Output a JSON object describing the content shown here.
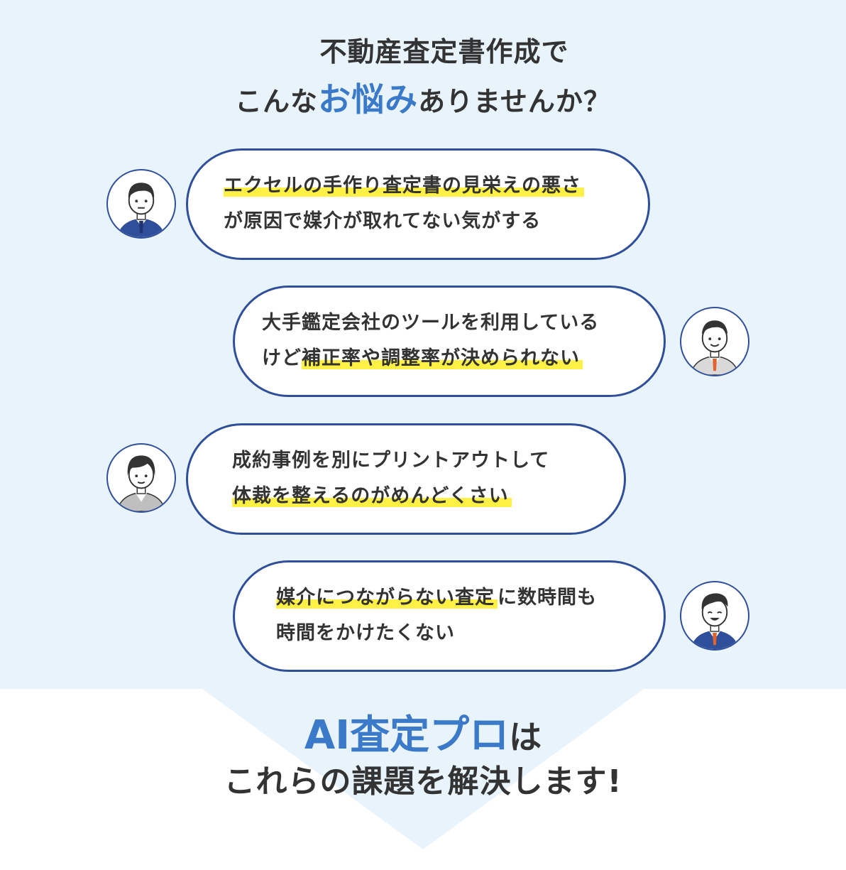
{
  "heading": {
    "line1": "不動産査定書作成で",
    "line2_before": "こんな",
    "line2_accent": "お悩み",
    "line2_after": "ありませんか？"
  },
  "worries": [
    {
      "line1_hl": "エクセルの手作り査定書の見栄えの悪さ",
      "line2": "が原因で媒介が取れてない気がする"
    },
    {
      "line1": "大手鑑定会社のツールを利用している",
      "line2_plain": "けど",
      "line2_hl": "補正率や調整率が決められない"
    },
    {
      "line1": "成約事例を別にプリントアウトして",
      "line2_hl": "体裁を整えるのがめんどくさい"
    },
    {
      "line1_hl": "媒介につながらない査定",
      "line1_plain": "に数時間も",
      "line2": "時間をかけたくない"
    }
  ],
  "solution": {
    "brand": "AI査定プロ",
    "brand_suffix": "は",
    "line2": "これらの課題を解決します!"
  },
  "colors": {
    "accent": "#3a7ac9",
    "bubble_border": "#2f4f9b",
    "highlight": "#fff046",
    "background": "#e8f3fc"
  }
}
